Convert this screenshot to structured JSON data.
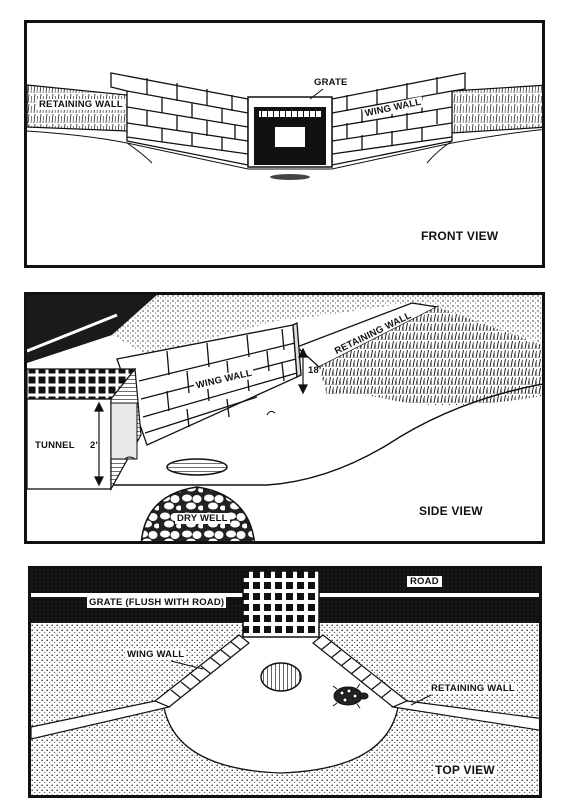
{
  "front_view": {
    "title": "FRONT VIEW",
    "labels": {
      "grate": "GRATE",
      "retaining_wall": "RETAINING WALL",
      "wing_wall": "WING WALL"
    }
  },
  "side_view": {
    "title": "SIDE VIEW",
    "labels": {
      "retaining_wall": "RETAINING WALL",
      "wing_wall": "WING WALL",
      "tunnel": "TUNNEL",
      "dry_well": "DRY WELL"
    },
    "dimensions": {
      "wall_height": "18'",
      "tunnel_height": "2'"
    }
  },
  "top_view": {
    "title": "TOP VIEW",
    "labels": {
      "road": "ROAD",
      "grate": "GRATE (FLUSH WITH ROAD)",
      "wing_wall": "WING WALL",
      "retaining_wall": "RETAINING WALL"
    }
  },
  "colors": {
    "ink": "#111111",
    "paper": "#ffffff",
    "dark_fill": "#1a1a1a"
  }
}
